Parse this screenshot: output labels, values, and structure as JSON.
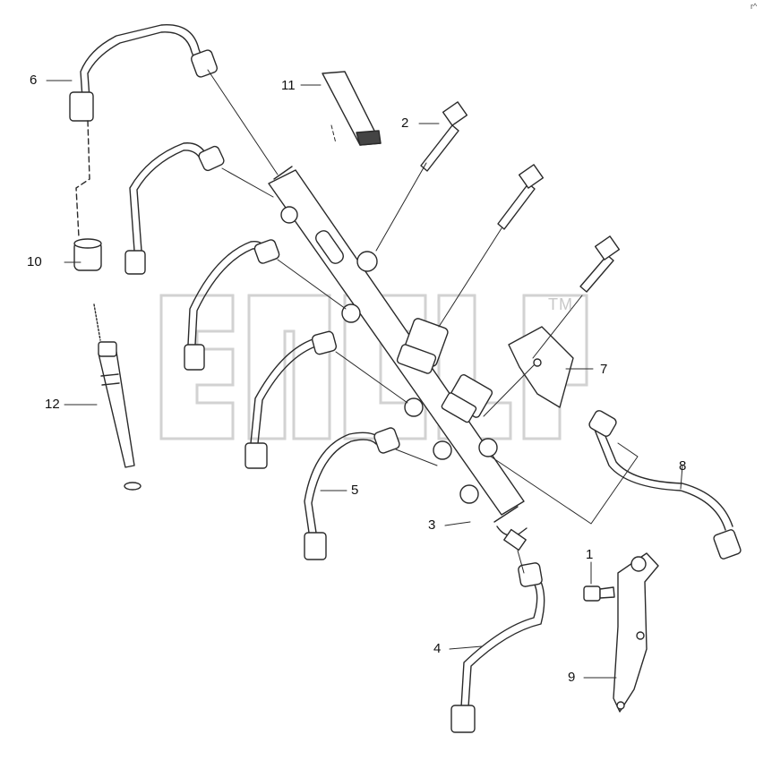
{
  "diagram": {
    "watermark_tm": "TM",
    "corner_mark": "r^",
    "callouts": [
      {
        "id": "1",
        "label": "1"
      },
      {
        "id": "2",
        "label": "2"
      },
      {
        "id": "3",
        "label": "3"
      },
      {
        "id": "4",
        "label": "4"
      },
      {
        "id": "5",
        "label": "5"
      },
      {
        "id": "6",
        "label": "6"
      },
      {
        "id": "7",
        "label": "7"
      },
      {
        "id": "8",
        "label": "8"
      },
      {
        "id": "9",
        "label": "9"
      },
      {
        "id": "10",
        "label": "10"
      },
      {
        "id": "11",
        "label": "11"
      },
      {
        "id": "12",
        "label": "12"
      }
    ],
    "colors": {
      "line": "#2a2a2a",
      "watermark": "#d4d4d4"
    }
  }
}
